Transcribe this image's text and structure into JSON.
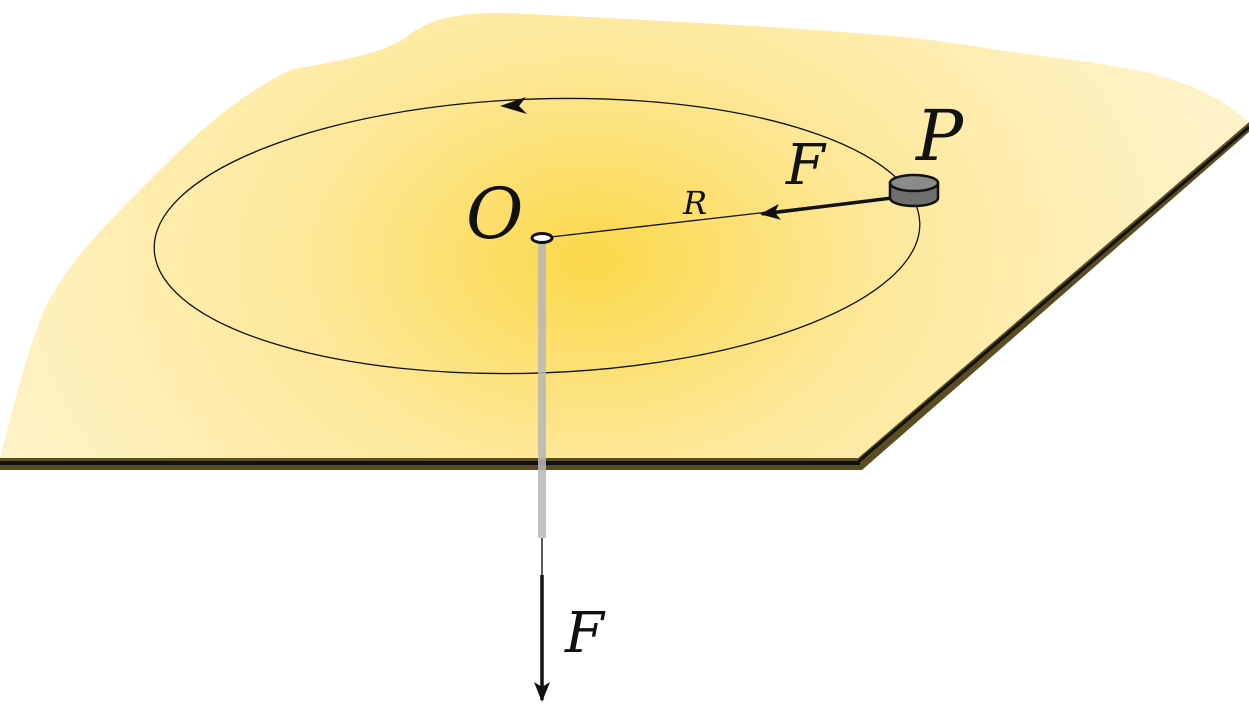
{
  "labels": {
    "center": "O",
    "puck": "P",
    "radius": "R",
    "force_on_puck": "F",
    "force_on_string": "F"
  },
  "colors": {
    "table_center": "#fbd84a",
    "table_mid": "#fde89a",
    "table_edge": "#fef3c8",
    "table_thickness": "#5c4d20",
    "table_edge_line": "#111111",
    "orbit": "#111111",
    "string_below": "#b8b8b8",
    "puck_fill": "#6f6f6f",
    "puck_top": "#8a8a8a",
    "arrow": "#111111"
  },
  "icons": {
    "puck": "puck-icon",
    "hole": "hole-icon"
  }
}
